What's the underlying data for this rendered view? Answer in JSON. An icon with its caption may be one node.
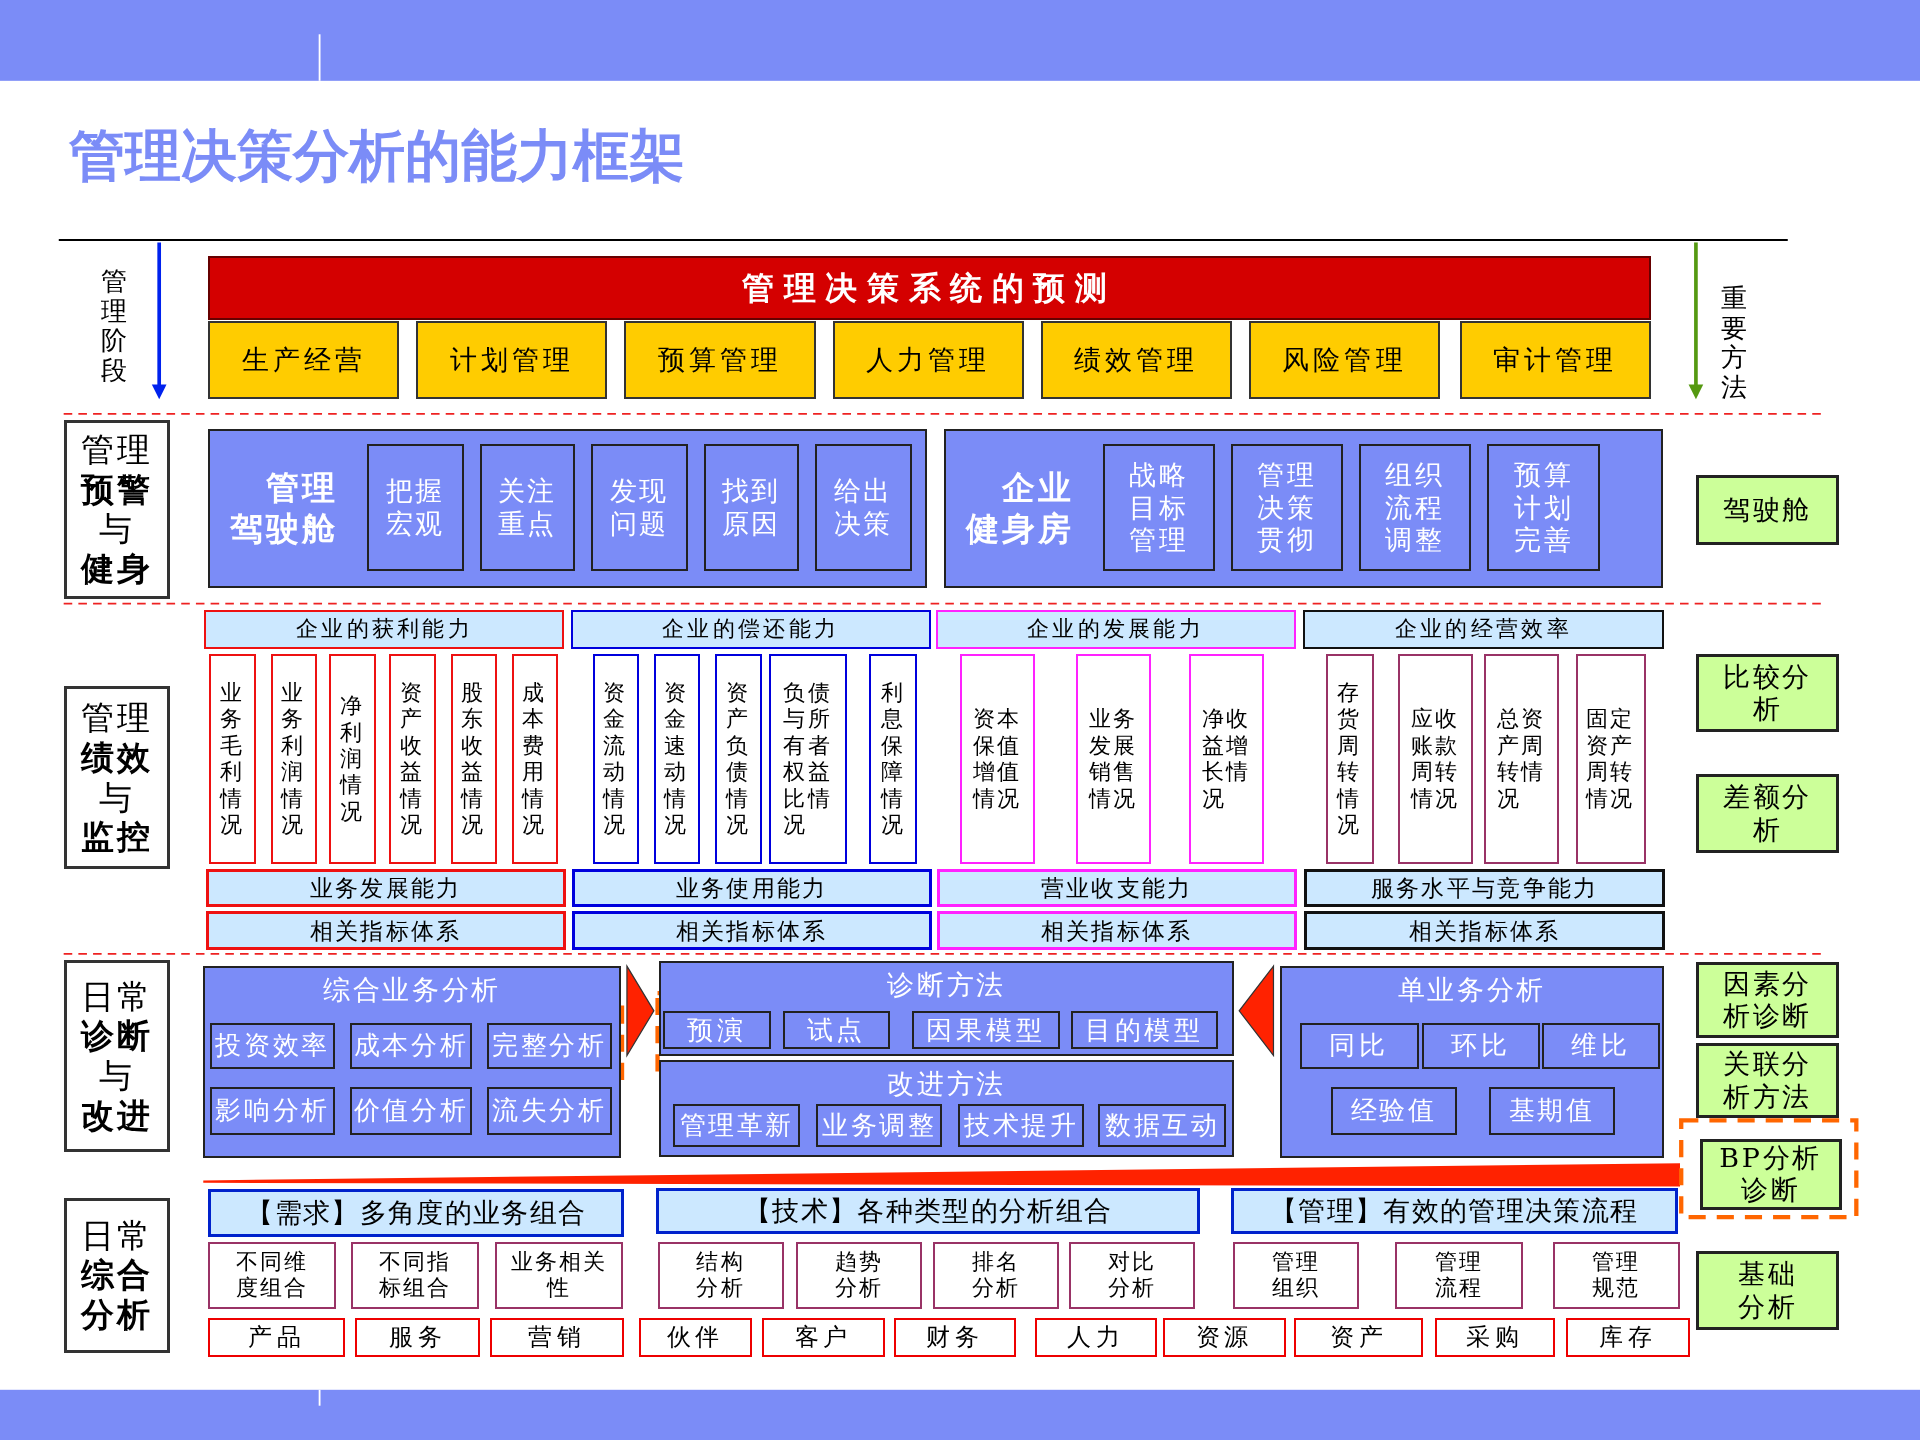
{
  "diagram": {
    "title": "管理决策分析的能力框架",
    "nodes": [
      {
        "text": [
          "管理决策系统的预测"
        ]
      },
      {
        "text": [
          "生产经营"
        ]
      },
      {
        "text": [
          "计划管理"
        ]
      },
      {
        "text": [
          "预算管理"
        ]
      },
      {
        "text": [
          "人力管理"
        ]
      },
      {
        "text": [
          "绩效管理"
        ]
      },
      {
        "text": [
          "风险管理"
        ]
      },
      {
        "text": [
          "审计管理"
        ]
      },
      {
        "text": [
          "管理**预警**与**健身**"
        ]
      },
      {
        "text": [
          "管理驾驶舱"
        ]
      },
      {
        "text": [
          "把握宏观"
        ],
        "in": 9
      },
      {
        "text": [
          "关注重点"
        ],
        "in": 9
      },
      {
        "text": [
          "发现问题"
        ],
        "in": 9
      },
      {
        "text": [
          "找到原因"
        ],
        "in": 9
      },
      {
        "text": [
          "给出决策"
        ],
        "in": 9
      },
      {
        "text": [
          "企业健身房"
        ]
      },
      {
        "text": [
          "战略目标管理"
        ],
        "in": 15
      },
      {
        "text": [
          "管理决策贯彻"
        ],
        "in": 15
      },
      {
        "text": [
          "组织流程调整"
        ],
        "in": 15
      },
      {
        "text": [
          "预算计划完善"
        ],
        "in": 15
      },
      {
        "text": [
          "驾驶舱"
        ]
      },
      {
        "text": [
          "管理**绩效**与**监控**"
        ]
      },
      {
        "text": [
          "企业的获利能力"
        ]
      },
      {
        "text": [
          "企业的偿还能力"
        ]
      },
      {
        "text": [
          "企业的发展能力"
        ]
      },
      {
        "text": [
          "企业的经营效率"
        ]
      },
      {
        "text": [
          "业务毛利情况"
        ]
      },
      {
        "text": [
          "业务利润情况"
        ]
      },
      {
        "text": [
          "净利润情况"
        ]
      },
      {
        "text": [
          "资产收益情况"
        ]
      },
      {
        "text": [
          "股东收益情况"
        ]
      },
      {
        "text": [
          "成本费用情况"
        ]
      },
      {
        "text": [
          "资金流动情况"
        ]
      },
      {
        "text": [
          "资金速动情况"
        ]
      },
      {
        "text": [
          "资产负债情况"
        ]
      },
      {
        "text": [
          "负债与所有者权益比情况"
        ]
      },
      {
        "text": [
          "利息保障情况"
        ]
      },
      {
        "text": [
          "资本保值增值情况"
        ]
      },
      {
        "text": [
          "业务发展销售情况"
        ]
      },
      {
        "text": [
          "净收益增长情况"
        ]
      },
      {
        "text": [
          "存货周转情况"
        ]
      },
      {
        "text": [
          "应收账款周转情况"
        ]
      },
      {
        "text": [
          "总资产周转情况"
        ]
      },
      {
        "text": [
          "固定资产周转情况"
        ]
      },
      {
        "text": [
          "业务发展能力"
        ]
      },
      {
        "text": [
          "业务使用能力"
        ]
      },
      {
        "text": [
          "营业收支能力"
        ]
      },
      {
        "text": [
          "服务水平与竞争能力"
        ]
      },
      {
        "text": [
          "相关指标体系"
        ]
      },
      {
        "text": [
          "相关指标体系"
        ]
      },
      {
        "text": [
          "相关指标体系"
        ]
      },
      {
        "text": [
          "相关指标体系"
        ]
      },
      {
        "text": [
          "比较分析"
        ]
      },
      {
        "text": [
          "差额分析"
        ]
      },
      {
        "text": [
          "日常**诊断**与**改进**"
        ]
      },
      {
        "text": [
          "综合业务分析"
        ]
      },
      {
        "text": [
          "投资效率"
        ],
        "in": 55
      },
      {
        "text": [
          "成本分析"
        ],
        "in": 55
      },
      {
        "text": [
          "完整分析"
        ],
        "in": 55
      },
      {
        "text": [
          "影响分析"
        ],
        "in": 55
      },
      {
        "text": [
          "价值分析"
        ],
        "in": 55
      },
      {
        "text": [
          "流失分析"
        ],
        "in": 55
      },
      {
        "text": [
          "诊断方法"
        ]
      },
      {
        "text": [
          "预演"
        ],
        "in": 62
      },
      {
        "text": [
          "试点"
        ],
        "in": 62
      },
      {
        "text": [
          "因果模型"
        ],
        "in": 62
      },
      {
        "text": [
          "目的模型"
        ],
        "in": 62
      },
      {
        "text": [
          "改进方法"
        ]
      },
      {
        "text": [
          "管理革新"
        ],
        "in": 67
      },
      {
        "text": [
          "业务调整"
        ],
        "in": 67
      },
      {
        "text": [
          "技术提升"
        ],
        "in": 67
      },
      {
        "text": [
          "数据互动"
        ],
        "in": 67
      },
      {
        "text": [
          "单业务分析"
        ]
      },
      {
        "text": [
          "同比"
        ],
        "in": 72
      },
      {
        "text": [
          "环比"
        ],
        "in": 72
      },
      {
        "text": [
          "维比"
        ],
        "in": 72
      },
      {
        "text": [
          "经验值"
        ],
        "in": 72
      },
      {
        "text": [
          "基期值"
        ],
        "in": 72
      },
      {
        "text": [
          "因素分析诊断"
        ]
      },
      {
        "text": [
          "关联分析方法"
        ]
      },
      {
        "text": [
          "BP分析诊断"
        ]
      },
      {
        "text": [
          "日常**综合分析**"
        ]
      },
      {
        "text": [
          "【需求】多角度的业务组合"
        ]
      },
      {
        "text": [
          "【技术】各种类型的分析组合"
        ]
      },
      {
        "text": [
          "【管理】有效的管理决策流程"
        ]
      },
      {
        "text": [
          "不同维度组合"
        ]
      },
      {
        "text": [
          "不同指标组合"
        ]
      },
      {
        "text": [
          "业务相关性"
        ]
      },
      {
        "text": [
          "结构分析"
        ]
      },
      {
        "text": [
          "趋势分析"
        ]
      },
      {
        "text": [
          "排名分析"
        ]
      },
      {
        "text": [
          "对比分析"
        ]
      },
      {
        "text": [
          "管理组织"
        ]
      },
      {
        "text": [
          "管理流程"
        ]
      },
      {
        "text": [
          "管理规范"
        ]
      },
      {
        "text": [
          "产品"
        ]
      },
      {
        "text": [
          "服务"
        ]
      },
      {
        "text": [
          "营销"
        ]
      },
      {
        "text": [
          "伙伴"
        ]
      },
      {
        "text": [
          "客户"
        ]
      },
      {
        "text": [
          "财务"
        ]
      },
      {
        "text": [
          "人力"
        ]
      },
      {
        "text": [
          "资源"
        ]
      },
      {
        "text": [
          "资产"
        ]
      },
      {
        "text": [
          "采购"
        ]
      },
      {
        "text": [
          "库存"
        ]
      },
      {
        "text": [
          "基础分析"
        ]
      }
    ],
    "edges": [
      {
        "from": 55,
        "to": 62,
        "arrow": "to"
      },
      {
        "from": 72,
        "to": 62,
        "arrow": "to"
      }
    ],
    "labels": [
      "管理阶段",
      "重要方法"
    ]
  }
}
